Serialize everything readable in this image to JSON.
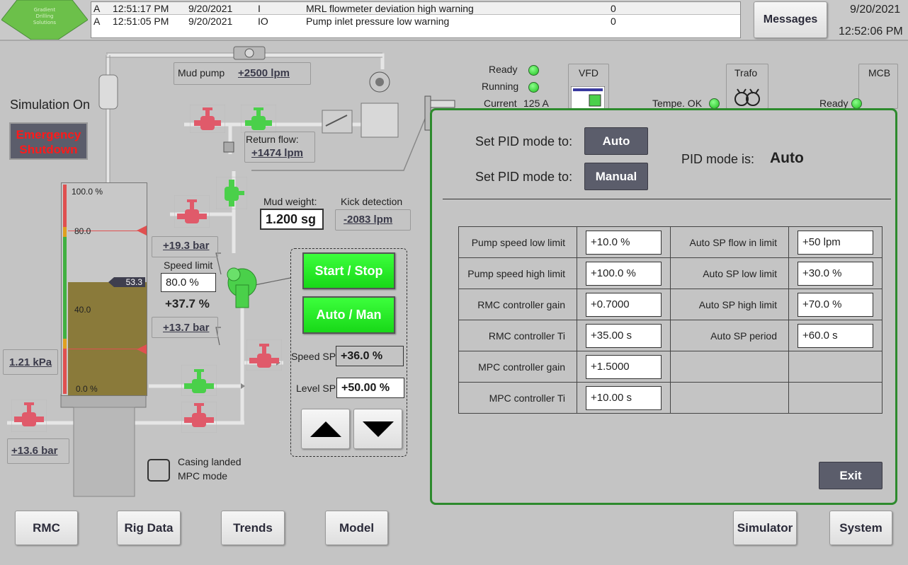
{
  "logo": {
    "line1": "Gradient",
    "line2": "Drilling",
    "line3": "Solutions"
  },
  "alarms": [
    {
      "state": "A",
      "time": "12:51:17 PM",
      "date": "9/20/2021",
      "status": "I",
      "text": "MRL flowmeter deviation high warning",
      "count": "0"
    },
    {
      "state": "A",
      "time": "12:51:05 PM",
      "date": "9/20/2021",
      "status": "IO",
      "text": "Pump inlet pressure low warning",
      "count": "0"
    }
  ],
  "header": {
    "messages_label": "Messages",
    "date": "9/20/2021",
    "time": "12:52:06 PM"
  },
  "left": {
    "simulation": "Simulation On",
    "emergency_line1": "Emergency",
    "emergency_line2": "Shutdown",
    "pressure_kpa": "1.21 kPa",
    "pressure_bar": "+13.6 bar",
    "casing_line1": "Casing landed",
    "casing_line2": "MPC mode"
  },
  "tank": {
    "ticks": [
      "100.0 %",
      "80.0",
      "40.0",
      "0.0 %"
    ],
    "level_value": "53.3",
    "level_fraction": 0.533
  },
  "process": {
    "mud_pump_label": "Mud pump",
    "mud_pump_value": "+2500 lpm",
    "return_flow_label": "Return flow:",
    "return_flow_value": "+1474 lpm",
    "mud_weight_label": "Mud weight:",
    "mud_weight_value": "1.200 sg",
    "kick_label": "Kick detection",
    "kick_value": "-2083 lpm",
    "pressure_top": "+19.3 bar",
    "pressure_bottom": "+13.7 bar",
    "speed_limit_label": "Speed limit",
    "speed_limit_value": "80.0 %",
    "speed_value": "+37.7 %"
  },
  "control": {
    "start_stop": "Start / Stop",
    "auto_man": "Auto / Man",
    "speed_sp_label": "Speed SP",
    "speed_sp_value": "+36.0 %",
    "level_sp_label": "Level SP",
    "level_sp_value": "+50.00 %"
  },
  "status": {
    "ready": "Ready",
    "running": "Running",
    "current_label": "Current",
    "current_value": "125 A",
    "vfd": "VFD",
    "trafo": "Trafo",
    "mcb": "MCB",
    "tempe": "Tempe. OK",
    "mcb_ready": "Ready"
  },
  "pid_panel": {
    "set_mode_label_1": "Set PID mode to:",
    "set_mode_label_2": "Set PID mode to:",
    "auto_button": "Auto",
    "manual_button": "Manual",
    "mode_is_label": "PID mode is:",
    "mode_is_value": "Auto",
    "exit_button": "Exit",
    "rows": [
      {
        "left_name": "Pump speed low limit",
        "left_value": "+10.0 %",
        "right_name": "Auto SP flow in limit",
        "right_value": "+50 lpm"
      },
      {
        "left_name": "Pump speed high limit",
        "left_value": "+100.0 %",
        "right_name": "Auto SP low limit",
        "right_value": "+30.0 %"
      },
      {
        "left_name": "RMC controller gain",
        "left_value": "+0.7000",
        "right_name": "Auto SP high limit",
        "right_value": "+70.0  %"
      },
      {
        "left_name": "RMC controller Ti",
        "left_value": "+35.00 s",
        "right_name": "Auto SP period",
        "right_value": "+60.0 s"
      },
      {
        "left_name": "MPC controller gain",
        "left_value": "+1.5000",
        "right_name": "",
        "right_value": ""
      },
      {
        "left_name": "MPC controller Ti",
        "left_value": "+10.00 s",
        "right_name": "",
        "right_value": ""
      }
    ]
  },
  "nav": {
    "rmc": "RMC",
    "rig_data": "Rig Data",
    "trends": "Trends",
    "model": "Model",
    "simulator": "Simulator",
    "system": "System"
  },
  "colors": {
    "accent_green": "#2d8a2d",
    "valve_red": "#e05a6a",
    "valve_green": "#4ad04a",
    "mud": "#8a7a3a",
    "alarm_red": "#e00000"
  }
}
